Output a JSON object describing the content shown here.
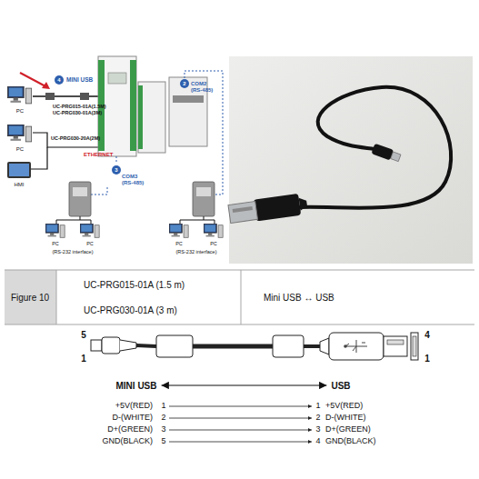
{
  "diagram": {
    "nodes": [
      {
        "text": [
          "MINI USB"
        ]
      },
      {
        "text": [
          "USB"
        ]
      }
    ],
    "edges": [
      {
        "from": 0,
        "to": 1,
        "arrow": "both"
      }
    ],
    "labels": [
      "4",
      "MINI USB",
      "UC-PRG015-01A(1.5M)",
      "UC-PRG030-01A(3M)",
      "UC-PRG030-20A(2M)",
      "ETHERNET",
      "3",
      "COM3",
      "(RS-485)",
      "2",
      "COM2",
      "(RS-485)",
      "PC",
      "PC",
      "HMI",
      "PC",
      "PC",
      "PC",
      "PC",
      "(RS-232 interface)",
      "(RS-232 interface)",
      "Figure 10",
      "UC-PRG015-01A (1.5 m)",
      "UC-PRG030-01A (3 m)",
      "Mini USB ↔ USB",
      "5",
      "1",
      "4",
      "1",
      "+5V(RED)",
      "1",
      "D-(WHITE)",
      "2",
      "D+(GREEN)",
      "3",
      "GND(BLACK)",
      "5",
      "1",
      "+5V(RED)",
      "2",
      "D-(WHITE)",
      "3",
      "D+(GREEN)",
      "4",
      "GND(BLACK)"
    ]
  }
}
